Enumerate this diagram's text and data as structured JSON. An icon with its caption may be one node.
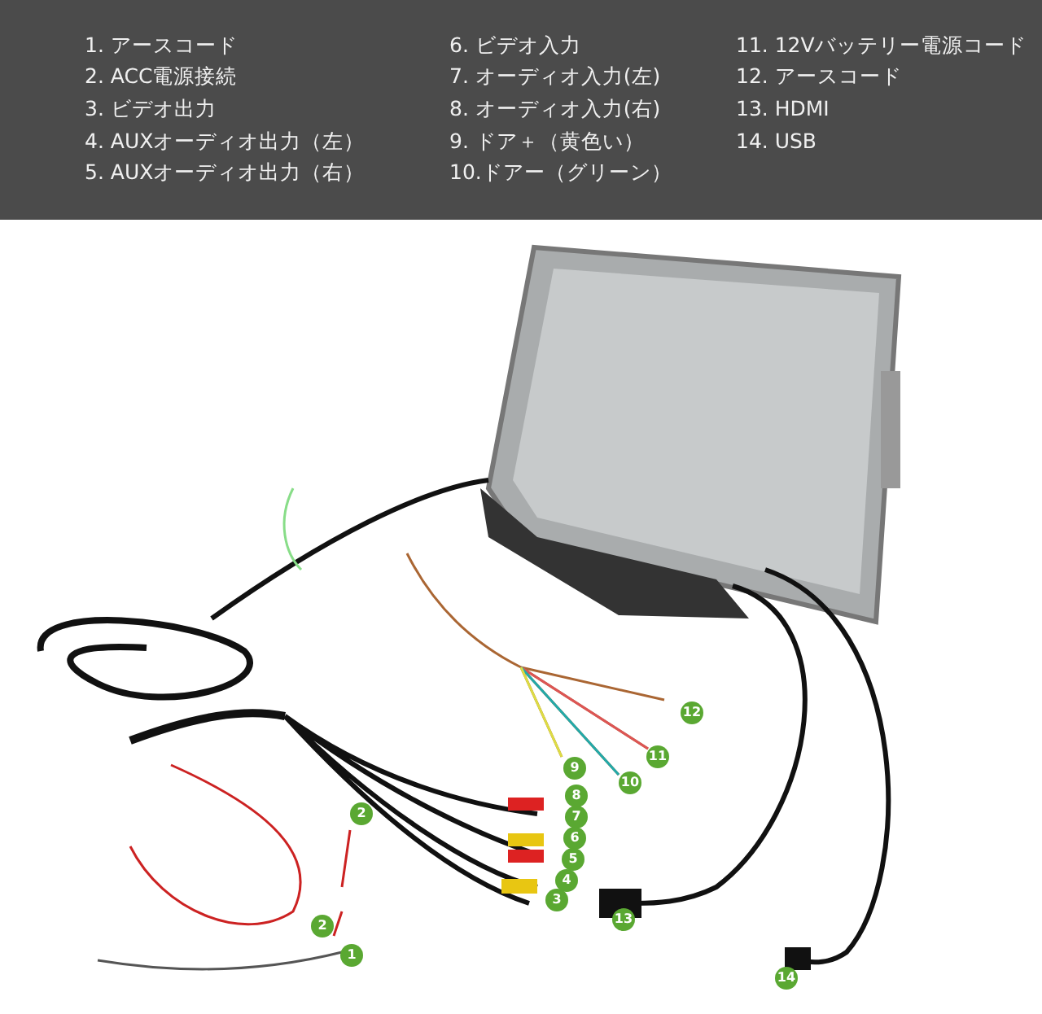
{
  "diagram": {
    "labels": [
      "1. アースコード",
      "2. ACC電源接続",
      "3. ビデオ出力",
      "4. AUXオーディオ出力（左）",
      "5. AUXオーディオ出力（右）",
      "6. ビデオ入力",
      "7. オーディオ入力(左)",
      "8. オーディオ入力(右)",
      "9. ドア＋（黄色い）",
      "10.ドアー（グリーン）",
      "11. 12Vバッテリー電源コード",
      "12. アースコード",
      "13. HDMI",
      "14. USB",
      "12",
      "11",
      "10",
      "9",
      "8",
      "7",
      "2",
      "6",
      "5",
      "4",
      "3",
      "13",
      "2",
      "1",
      "14"
    ]
  }
}
